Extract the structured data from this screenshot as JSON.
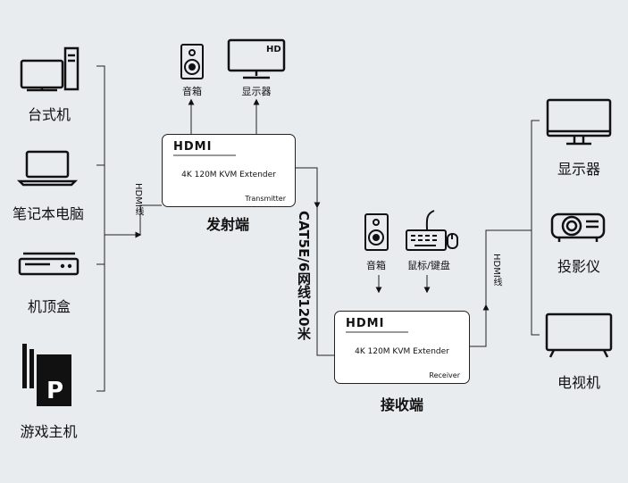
{
  "sources": {
    "desktop": "台式机",
    "laptop": "笔记本电脑",
    "settop": "机顶盒",
    "console": "游戏主机"
  },
  "transmitter": {
    "logo": "HDMI",
    "title": "4K 120M KVM Extender",
    "corner": "Transmitter",
    "label": "发射端",
    "speaker_label": "音箱",
    "monitor_label": "显示器",
    "monitor_badge": "HD"
  },
  "receiver": {
    "logo": "HDMI",
    "title": "4K 120M KVM Extender",
    "corner": "Receiver",
    "label": "接收端",
    "speaker_label": "音箱",
    "mouse_keyboard_label": "鼠标/键盘"
  },
  "cables": {
    "hdmi_in": "HDMI线",
    "cat": "CAT5E/6网线120米",
    "hdmi_out": "HDMI线"
  },
  "outputs": {
    "display": "显示器",
    "projector": "投影仪",
    "tv": "电视机"
  }
}
